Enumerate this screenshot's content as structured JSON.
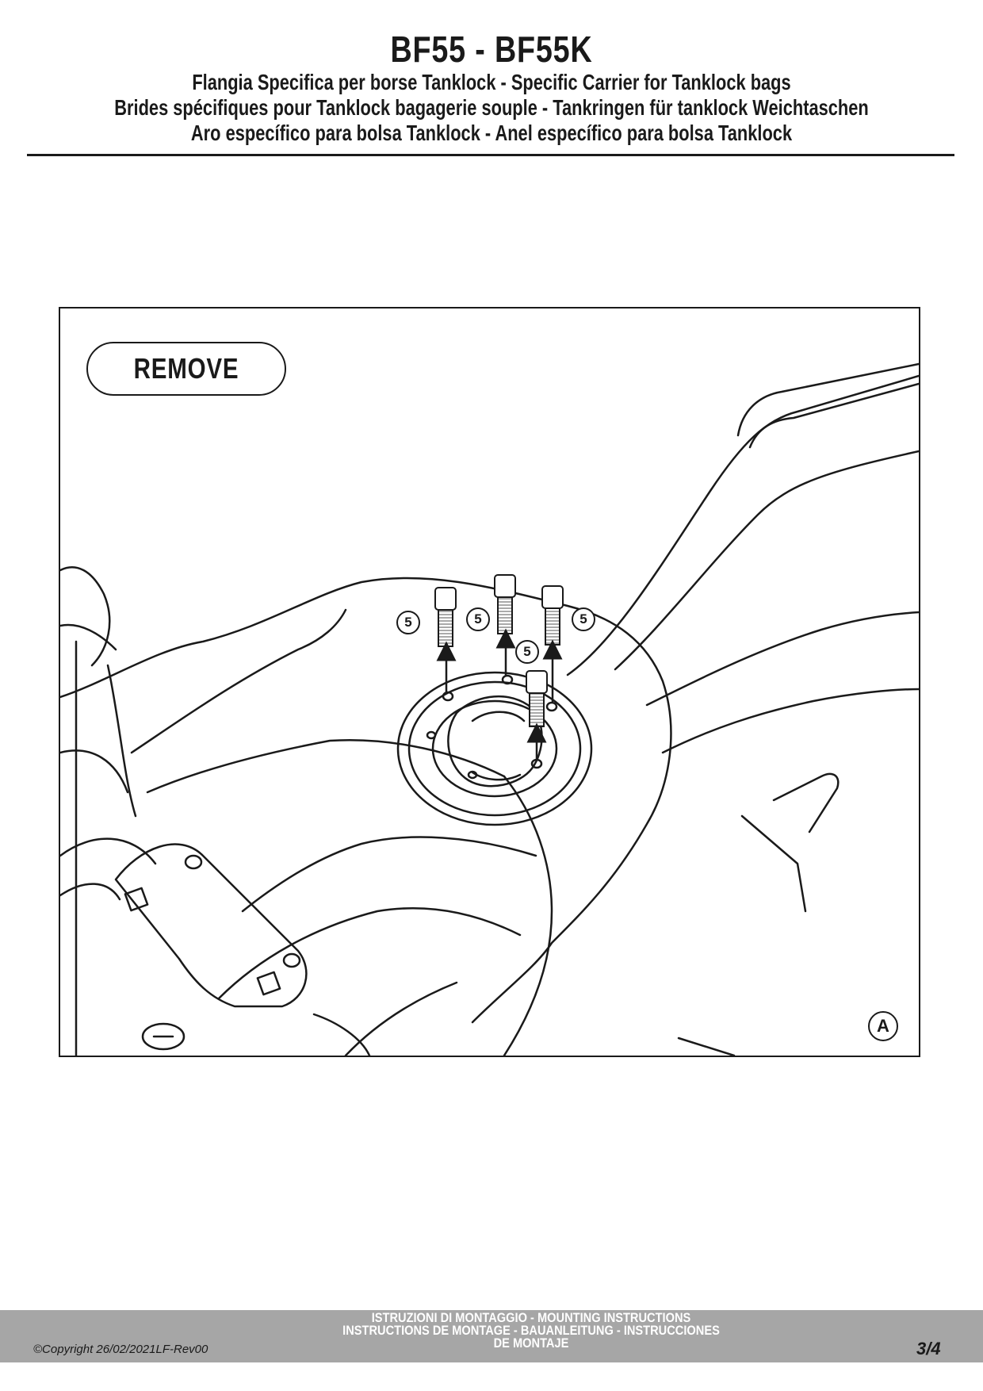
{
  "header": {
    "model_title": "BF55 - BF55K",
    "subtitles": [
      "Flangia Specifica per borse Tanklock - Specific Carrier for Tanklock bags",
      "Brides spécifiques pour Tanklock bagagerie souple - Tankringen für tanklock Weichtaschen",
      "Aro específico para bolsa Tanklock - Anel específico para bolsa Tanklock"
    ]
  },
  "figure": {
    "action_label": "REMOVE",
    "view_marker": "A",
    "callouts": [
      "5",
      "5",
      "5",
      "5"
    ],
    "icons": [
      "screw-icon",
      "arrow-up-icon",
      "fuel-tank-illustration"
    ]
  },
  "footer": {
    "instructions_lines": [
      "ISTRUZIONI DI MONTAGGIO  -  MOUNTING INSTRUCTIONS",
      "INSTRUCTIONS DE MONTAGE - BAUANLEITUNG - INSTRUCCIONES",
      "DE MONTAJE"
    ],
    "copyright": "©Copyright 26/02/2021LF-Rev00",
    "page_number": "3/4",
    "bar_color": "#a6a6a6"
  }
}
